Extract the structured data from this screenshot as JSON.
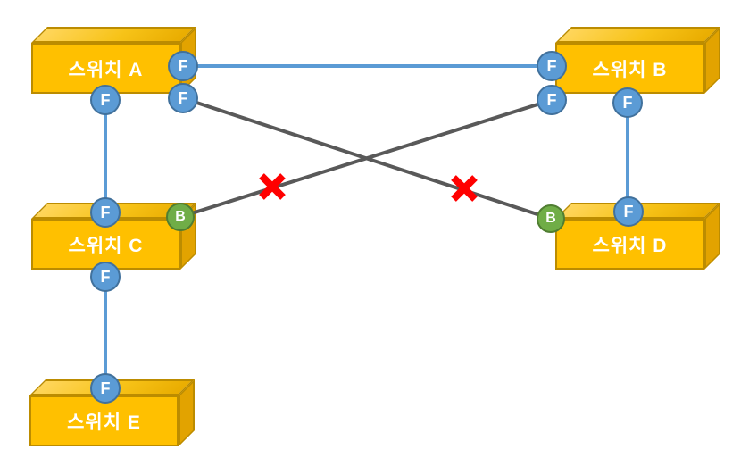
{
  "diagram": {
    "switches": [
      {
        "id": "A",
        "label": "스위치 A"
      },
      {
        "id": "B",
        "label": "스위치 B"
      },
      {
        "id": "C",
        "label": "스위치 C"
      },
      {
        "id": "D",
        "label": "스위치 D"
      },
      {
        "id": "E",
        "label": "스위치 E"
      }
    ],
    "ports": [
      {
        "switch": "A",
        "state": "F",
        "position": "right"
      },
      {
        "switch": "A",
        "state": "F",
        "position": "lower-right"
      },
      {
        "switch": "A",
        "state": "F",
        "position": "bottom-left"
      },
      {
        "switch": "B",
        "state": "F",
        "position": "left"
      },
      {
        "switch": "B",
        "state": "F",
        "position": "lower-left"
      },
      {
        "switch": "B",
        "state": "F",
        "position": "bottom"
      },
      {
        "switch": "C",
        "state": "F",
        "position": "top"
      },
      {
        "switch": "C",
        "state": "B",
        "position": "top-right"
      },
      {
        "switch": "C",
        "state": "F",
        "position": "bottom"
      },
      {
        "switch": "D",
        "state": "B",
        "position": "top-left"
      },
      {
        "switch": "D",
        "state": "F",
        "position": "top"
      },
      {
        "switch": "E",
        "state": "F",
        "position": "top"
      }
    ],
    "links": [
      {
        "from": "A",
        "to": "B",
        "status": "active"
      },
      {
        "from": "A",
        "to": "C",
        "status": "active"
      },
      {
        "from": "C",
        "to": "E",
        "status": "active"
      },
      {
        "from": "B",
        "to": "D",
        "status": "active"
      },
      {
        "from": "A",
        "to": "D",
        "status": "blocked"
      },
      {
        "from": "B",
        "to": "C",
        "status": "blocked"
      }
    ],
    "blocked_mark_count": 2,
    "colors": {
      "background": "#FFFFFF",
      "box_front": "#FFC000",
      "box_side": "#E2A300",
      "box_border": "#BC8C00",
      "label_text": "#FFFFFF",
      "port_f_fill": "#5B9BD5",
      "port_f_border": "#41719C",
      "port_b_fill": "#70AD47",
      "port_b_border": "#507E32",
      "link_active": "#5B9BD5",
      "link_blocked": "#595959",
      "x_mark": "#FF0000"
    }
  }
}
